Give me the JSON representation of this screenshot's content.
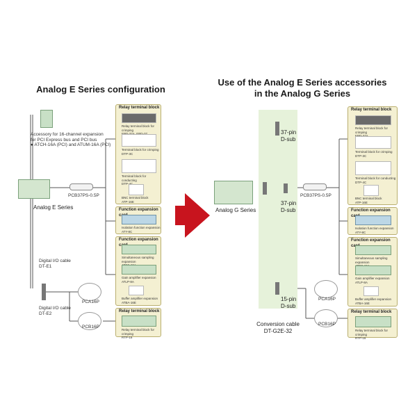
{
  "left": {
    "title": "Analog E Series configuration",
    "accessory_note": [
      "Accessory for 16-channel expansion",
      "for PCI Express bus and PCI bus",
      "● ATCH-16A (PCI) and ATUM-16A (PCI)"
    ],
    "device_label": "Analog E Series",
    "cable_label": "PCB37PS-0.5P",
    "digital_cable_1": [
      "Digital I/O cable",
      "DT-E1"
    ],
    "digital_cable_2": [
      "Digital I/O cable",
      "DT-E2"
    ],
    "pca_cable_1": "PCA16P",
    "pca_cable_2": "PCB16P",
    "relay_group": {
      "title": "Relay terminal block",
      "items": [
        [
          "Relay terminal block for crimping",
          "EPD-37A, EPD-37"
        ],
        [
          "Terminal block for crimping",
          "DTP-3C"
        ],
        [
          "Terminal block for conducting",
          "DTP-4C"
        ],
        [
          "BNC terminal block",
          "ATP-16E"
        ]
      ]
    },
    "function_group_1": {
      "title": "Function expansion card",
      "items": [
        [
          "Isolation function expansion",
          "ATY-8C"
        ]
      ]
    },
    "function_group_2": {
      "title": "Function expansion card",
      "items": [
        [
          "Simultaneous sampling expansion",
          "ATSS-16A"
        ],
        [
          "Gain amplifier expansion",
          "ATLP-8A"
        ],
        [
          "Buffer amplifier expansion",
          "ATBA-16E"
        ]
      ]
    },
    "relay_group_2": {
      "title": "Relay terminal block",
      "items": [
        [
          "Relay terminal block for crimping",
          "RTP-16"
        ]
      ]
    }
  },
  "right": {
    "title_line1": "Use of the Analog E Series accessories",
    "title_line2": "in the Analog G Series",
    "device_label": "Analog G Series",
    "cable_label": "PCB37PS-0.5P",
    "dsub_37_a": [
      "37-pin",
      "D-sub"
    ],
    "dsub_37_b": [
      "37-pin",
      "D-sub"
    ],
    "dsub_15": [
      "15-pin",
      "D-sub"
    ],
    "conversion_cable": [
      "Conversion cable",
      "DT-G2E-32"
    ],
    "pca_cable_1": "PCA16P",
    "pca_cable_2": "PCB16P",
    "relay_group": {
      "title": "Relay terminal block",
      "items": [
        [
          "Relay terminal block for crimping",
          "EPD-37A"
        ],
        [
          "Terminal block for crimping",
          "DTP-3C"
        ],
        [
          "Terminal block for conducting",
          "DTP-4C"
        ],
        [
          "BNC terminal block",
          "ATP-16E"
        ]
      ]
    },
    "function_group_1": {
      "title": "Function expansion card",
      "items": [
        [
          "Isolation function expansion",
          "ATY-8C"
        ]
      ]
    },
    "function_group_2": {
      "title": "Function expansion card",
      "items": [
        [
          "Simultaneous sampling expansion",
          "ATSS-16A"
        ],
        [
          "Gain amplifier expansion",
          "ATLP-8A"
        ],
        [
          "Buffer amplifier expansion",
          "ATBA-16E"
        ]
      ]
    },
    "relay_group_2": {
      "title": "Relay terminal block",
      "items": [
        [
          "Relay terminal block for crimping",
          "RTP-16"
        ]
      ]
    }
  },
  "colors": {
    "arrow": "#c8141e",
    "group_bg": "#f4f0d2",
    "band": "#e6f2da"
  }
}
